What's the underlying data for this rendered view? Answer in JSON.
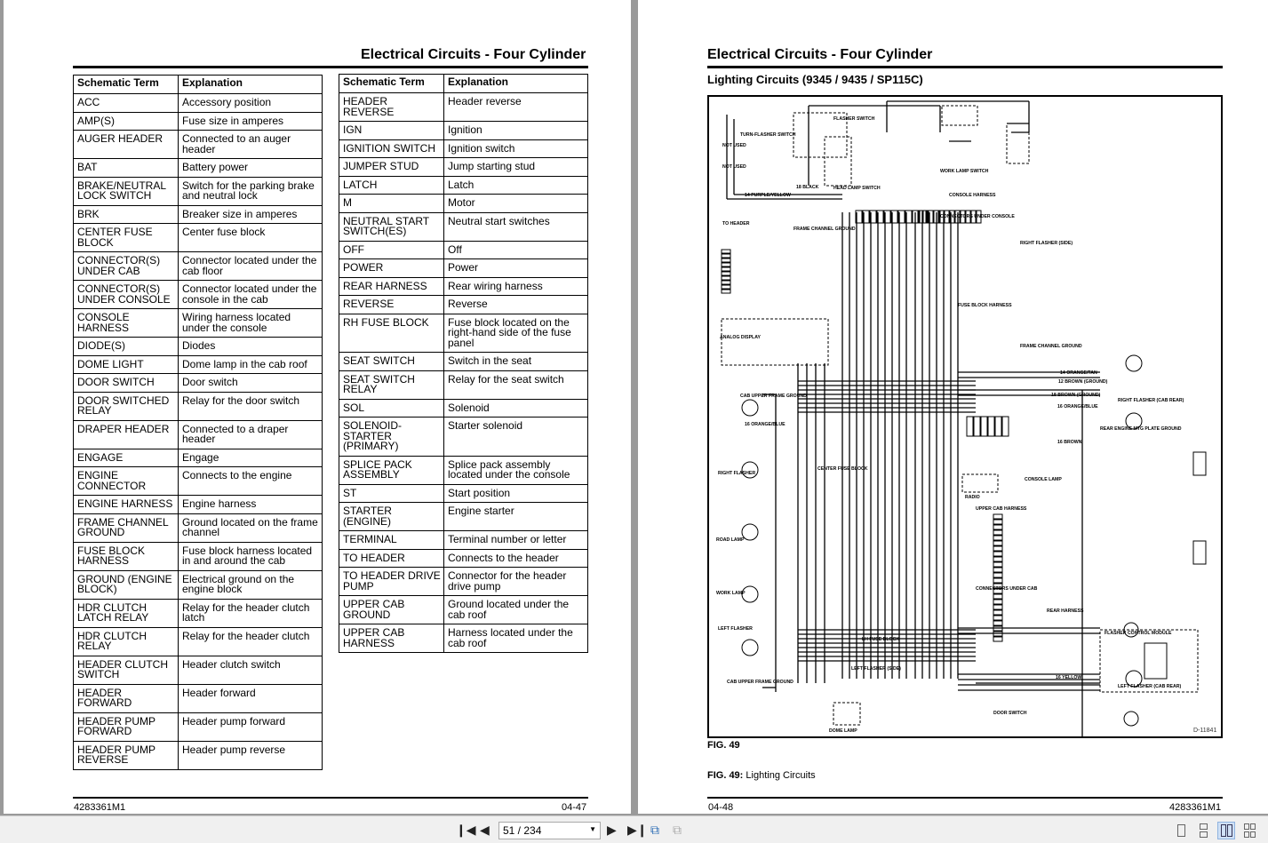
{
  "left_page": {
    "title": "Electrical Circuits - Four Cylinder",
    "footer_left": "4283361M1",
    "footer_right": "04-47",
    "table1": {
      "headers": [
        "Schematic Term",
        "Explanation"
      ],
      "rows": [
        [
          "ACC",
          "Accessory position"
        ],
        [
          "AMP(S)",
          "Fuse size in amperes"
        ],
        [
          "AUGER HEADER",
          "Connected to an auger header"
        ],
        [
          "BAT",
          "Battery power"
        ],
        [
          "BRAKE/NEUTRAL LOCK SWITCH",
          "Switch for the parking brake and neutral lock"
        ],
        [
          "BRK",
          "Breaker size in amperes"
        ],
        [
          "CENTER FUSE BLOCK",
          "Center fuse block"
        ],
        [
          "CONNECTOR(S) UNDER CAB",
          "Connector located under the cab floor"
        ],
        [
          "CONNECTOR(S) UNDER CONSOLE",
          "Connector located under the console in the cab"
        ],
        [
          "CONSOLE HARNESS",
          "Wiring harness located under the console"
        ],
        [
          "DIODE(S)",
          "Diodes"
        ],
        [
          "DOME LIGHT",
          "Dome lamp in the cab roof"
        ],
        [
          "DOOR SWITCH",
          "Door switch"
        ],
        [
          "DOOR SWITCHED RELAY",
          "Relay for the door switch"
        ],
        [
          "DRAPER HEADER",
          "Connected to a draper header"
        ],
        [
          "ENGAGE",
          "Engage"
        ],
        [
          "ENGINE CONNECTOR",
          "Connects to the engine"
        ],
        [
          "ENGINE HARNESS",
          "Engine harness"
        ],
        [
          "FRAME CHANNEL GROUND",
          "Ground located on the frame channel"
        ],
        [
          "FUSE BLOCK HARNESS",
          "Fuse block harness located in and around the cab"
        ],
        [
          "GROUND (ENGINE BLOCK)",
          "Electrical ground on the engine block"
        ],
        [
          "HDR CLUTCH LATCH RELAY",
          "Relay for the header clutch latch"
        ],
        [
          "HDR CLUTCH RELAY",
          "Relay for the header clutch"
        ],
        [
          "HEADER CLUTCH SWITCH",
          "Header clutch switch"
        ],
        [
          "HEADER FORWARD",
          "Header forward"
        ],
        [
          "HEADER PUMP FORWARD",
          "Header pump forward"
        ],
        [
          "HEADER PUMP REVERSE",
          "Header pump reverse"
        ]
      ]
    },
    "table2": {
      "headers": [
        "Schematic Term",
        "Explanation"
      ],
      "rows": [
        [
          "HEADER REVERSE",
          "Header reverse"
        ],
        [
          "IGN",
          "Ignition"
        ],
        [
          "IGNITION SWITCH",
          "Ignition switch"
        ],
        [
          "JUMPER STUD",
          "Jump starting stud"
        ],
        [
          "LATCH",
          "Latch"
        ],
        [
          "M",
          "Motor"
        ],
        [
          "NEUTRAL START SWITCH(ES)",
          "Neutral start switches"
        ],
        [
          "OFF",
          "Off"
        ],
        [
          "POWER",
          "Power"
        ],
        [
          "REAR HARNESS",
          "Rear wiring harness"
        ],
        [
          "REVERSE",
          "Reverse"
        ],
        [
          "RH FUSE BLOCK",
          "Fuse block located on the right-hand side of the fuse panel"
        ],
        [
          "SEAT SWITCH",
          "Switch in the seat"
        ],
        [
          "SEAT SWITCH RELAY",
          "Relay for the seat switch"
        ],
        [
          "SOL",
          "Solenoid"
        ],
        [
          "SOLENOID-STARTER (PRIMARY)",
          "Starter solenoid"
        ],
        [
          "SPLICE PACK ASSEMBLY",
          "Splice pack assembly located under the console"
        ],
        [
          "ST",
          "Start position"
        ],
        [
          "STARTER (ENGINE)",
          "Engine starter"
        ],
        [
          "TERMINAL",
          "Terminal number or letter"
        ],
        [
          "TO HEADER",
          "Connects to the header"
        ],
        [
          "TO HEADER DRIVE PUMP",
          "Connector for the header drive pump"
        ],
        [
          "UPPER CAB GROUND",
          "Ground located under the cab roof"
        ],
        [
          "UPPER CAB HARNESS",
          "Harness located under the cab roof"
        ]
      ]
    }
  },
  "right_page": {
    "title": "Electrical Circuits - Four Cylinder",
    "subtitle": "Lighting Circuits (9345 / 9435 / SP115C)",
    "fig_label": "FIG. 49",
    "caption_bold": "FIG. 49:",
    "caption_text": "Lighting Circuits",
    "footer_left": "04-48",
    "footer_right": "4283361M1",
    "diagram": {
      "id": "D-11841",
      "labels": [
        "FLASHER SWITCH",
        "TURN-FLASHER SWITCH",
        "NOT USED",
        "NOT USED",
        "HEAD LAMP SWITCH",
        "WORK LAMP SWITCH",
        "CONSOLE HARNESS",
        "CONNECTORS UNDER CONSOLE",
        "TO HEADER",
        "FRAME CHANNEL GROUND",
        "RIGHT FLASHER (SIDE)",
        "FUSE BLOCK HARNESS",
        "FRAME CHANNEL GROUND",
        "ANALOG DISPLAY",
        "CAB UPPER FRAME GROUND",
        "RIGHT FLASHER (CAB REAR)",
        "REAR ENGINE MTG PLATE GROUND",
        "CENTER FUSE BLOCK",
        "RADIO",
        "UPPER CAB HARNESS",
        "CONSOLE LAMP",
        "CONNECTORS UNDER CAB",
        "LH FUSE BLOCK",
        "REAR HARNESS",
        "FLASHER CONTROL MODULE",
        "LEFT FLASHER (SIDE)",
        "CAB UPPER FRAME GROUND",
        "LEFT FLASHER (CAB REAR)",
        "DOOR SWITCH",
        "DOME LAMP",
        "WORK LAMP",
        "ROAD LAMP",
        "RIGHT FLASHER",
        "LEFT FLASHER",
        "14 ORANGE/TAN",
        "12 BROWN (GROUND)",
        "18 BROWN (GROUND)",
        "16 ORANGE/BLUE",
        "16 BROWN",
        "16 YELLOW",
        "14 PURPLE/YELLOW",
        "18 BLACK",
        "16 ORANGE/BLUE"
      ]
    }
  },
  "viewer": {
    "page_input": "51 / 234",
    "icons": [
      "first-page-icon",
      "previous-page-icon",
      "next-page-icon",
      "last-page-icon",
      "fit-page-icon",
      "fit-width-icon",
      "single-page-view-icon",
      "continuous-view-icon",
      "two-page-view-icon",
      "two-page-continuous-icon"
    ]
  }
}
